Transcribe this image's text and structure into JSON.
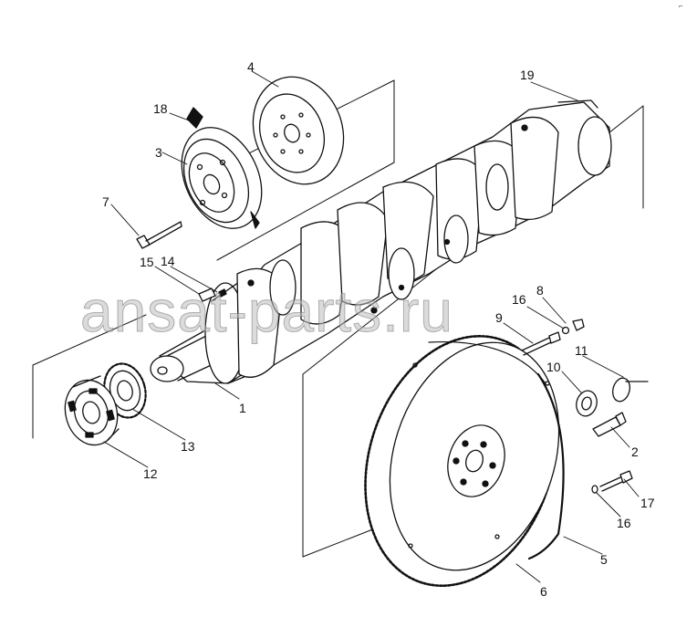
{
  "watermark": "ansat-parts.ru",
  "corner_mark": "⌐",
  "callouts": {
    "c1": "1",
    "c2": "2",
    "c3": "3",
    "c4": "4",
    "c5": "5",
    "c6": "6",
    "c7": "7",
    "c8": "8",
    "c9": "9",
    "c10": "10",
    "c11": "11",
    "c12": "12",
    "c13": "13",
    "c14": "14",
    "c15": "15",
    "c16a": "16",
    "c16b": "16",
    "c17": "17",
    "c18": "18",
    "c19": "19"
  }
}
